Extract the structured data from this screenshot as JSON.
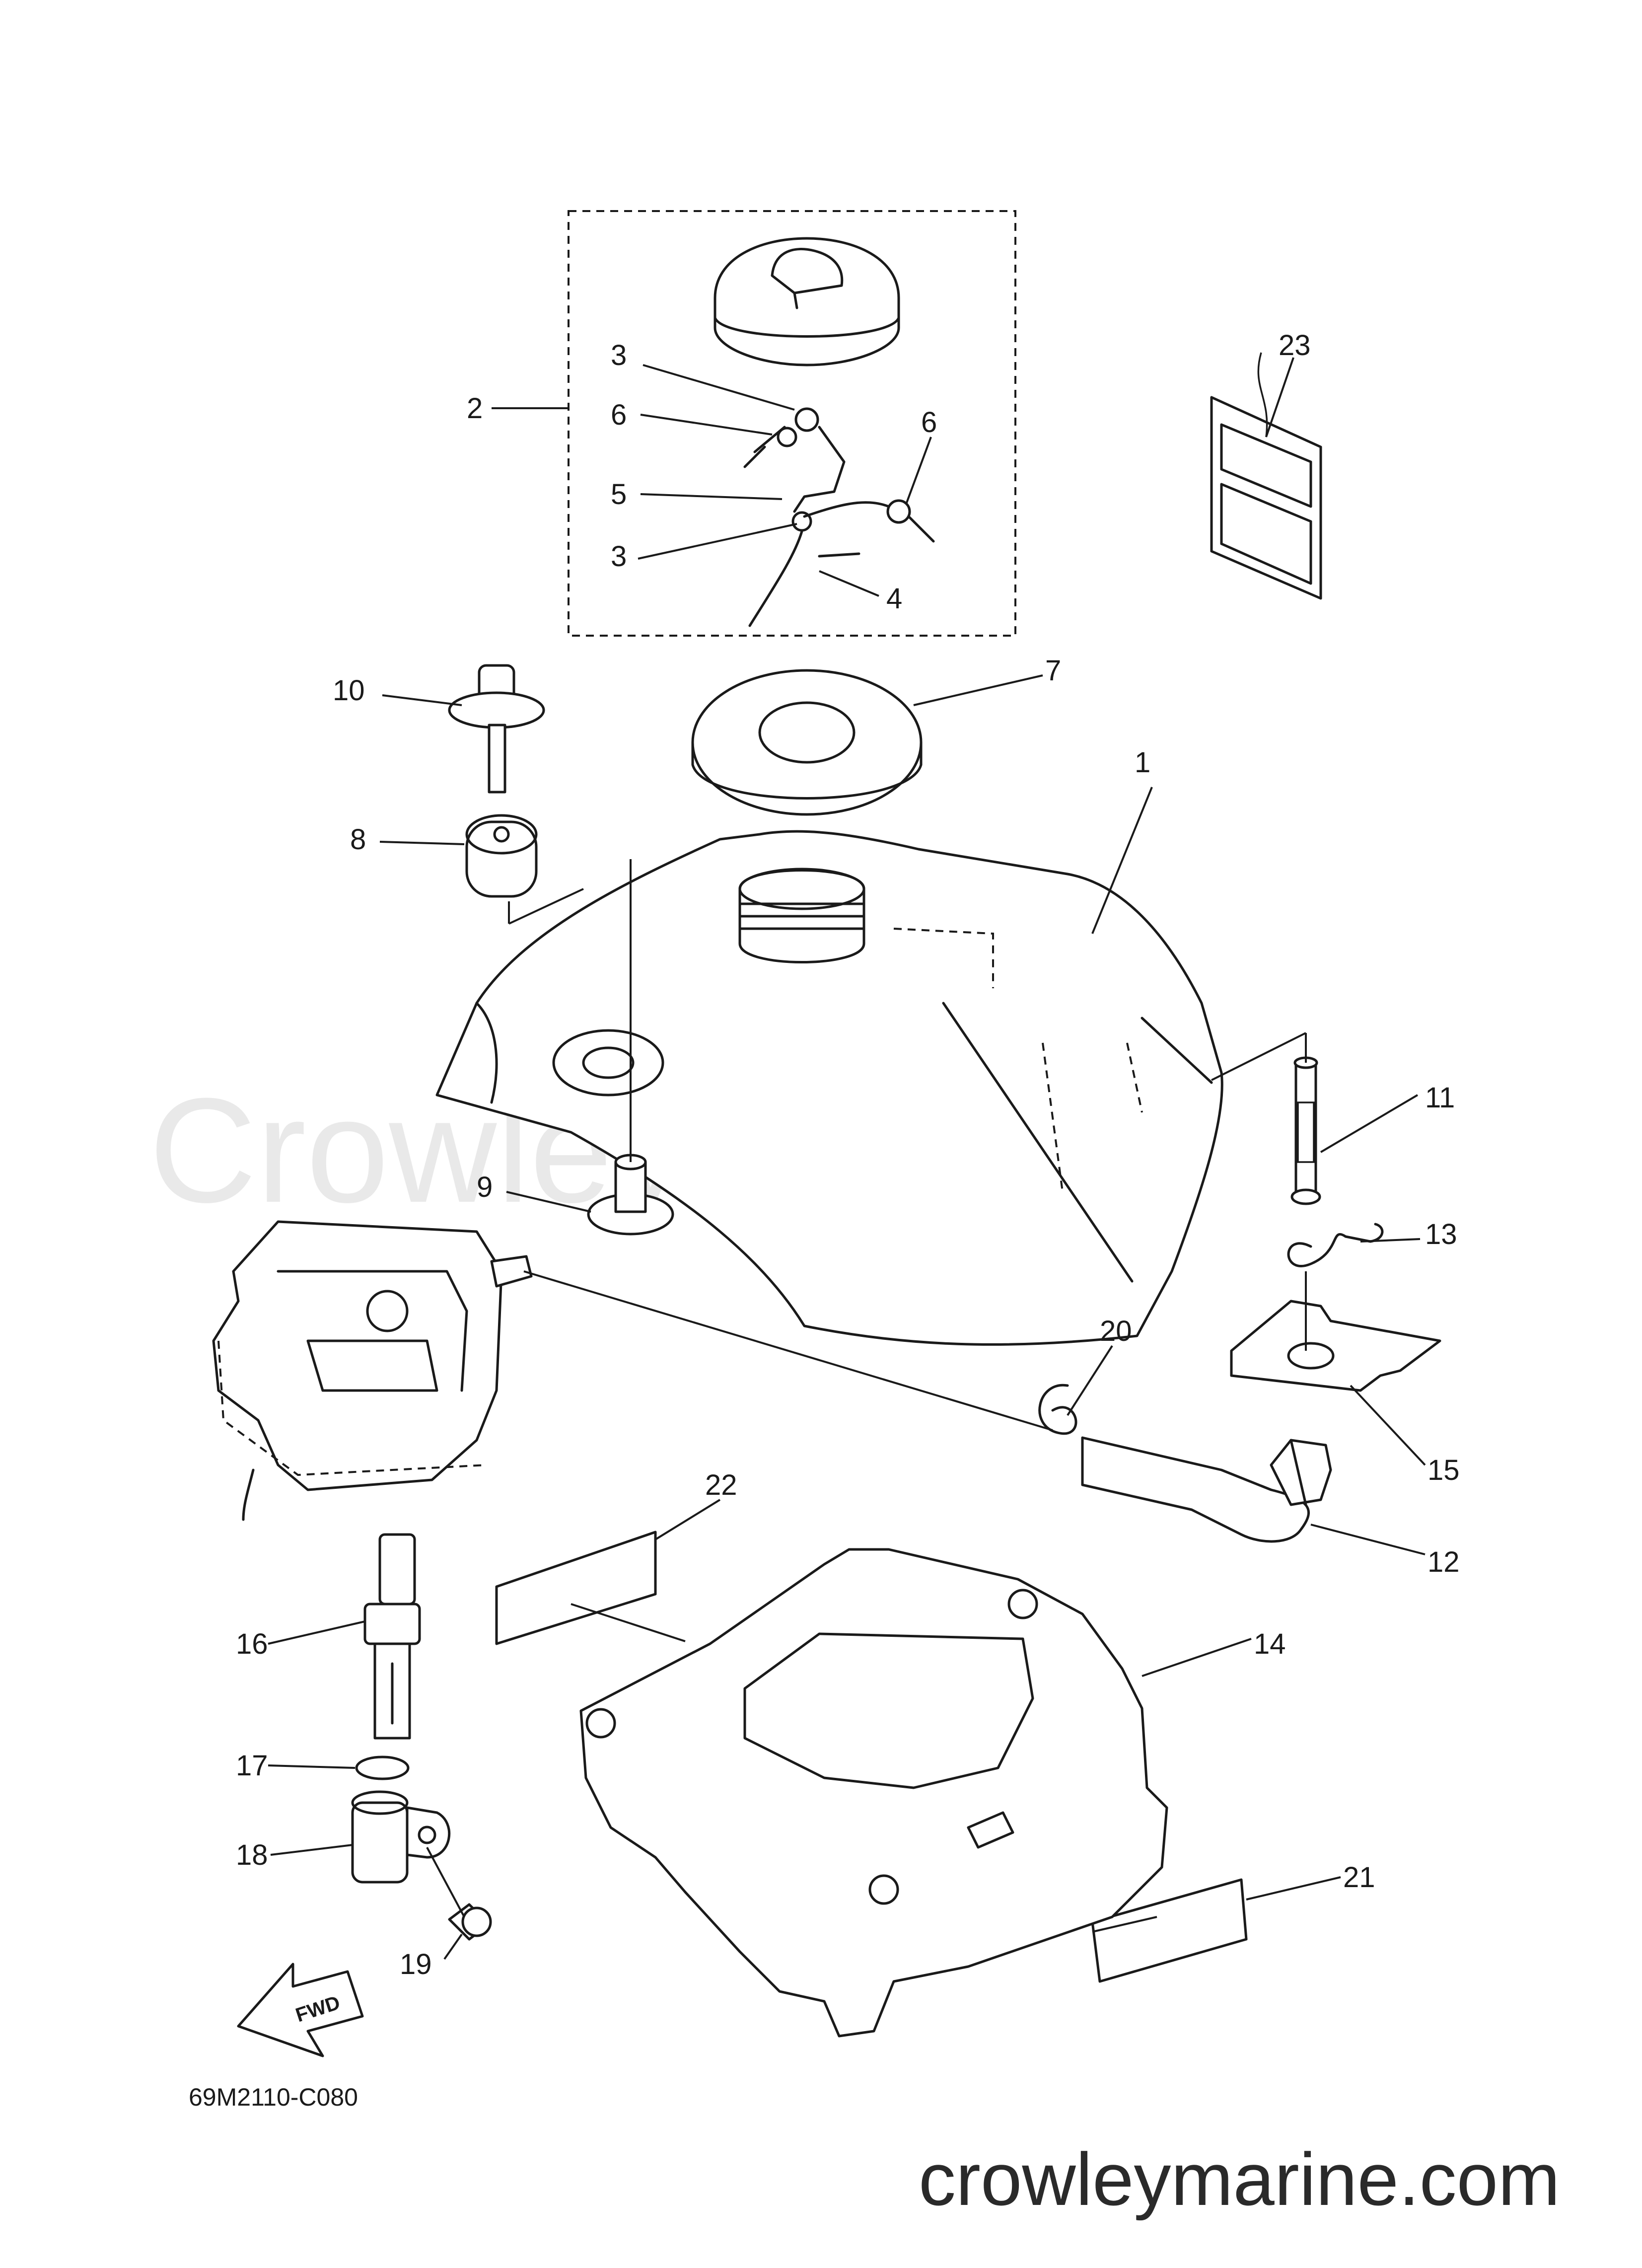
{
  "watermark": "Crowley Marine",
  "site_url": "crowleymarine.com",
  "diagram_code": "69M2110-C080",
  "fwd_label": "FWD",
  "callouts": {
    "c1": "1",
    "c2": "2",
    "c3a": "3",
    "c3b": "3",
    "c4": "4",
    "c5": "5",
    "c6a": "6",
    "c6b": "6",
    "c7": "7",
    "c8": "8",
    "c9": "9",
    "c10": "10",
    "c11": "11",
    "c12": "12",
    "c13": "13",
    "c14": "14",
    "c15": "15",
    "c16": "16",
    "c17": "17",
    "c18": "18",
    "c19": "19",
    "c20": "20",
    "c21": "21",
    "c22": "22",
    "c23": "23"
  }
}
